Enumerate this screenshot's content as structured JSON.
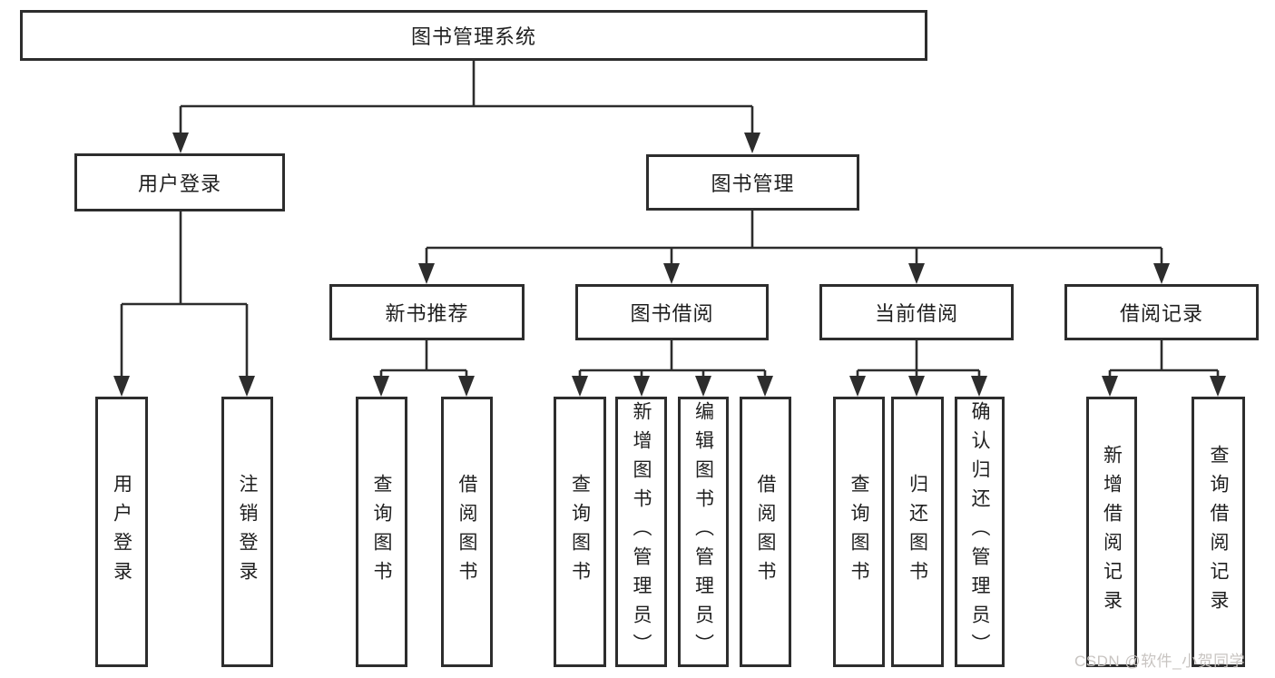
{
  "diagram_type": "hierarchy-tree",
  "colors": {
    "line": "#2d2d2d",
    "box_border": "#2d2d2d",
    "text": "#1f1f1f",
    "background": "#ffffff",
    "watermark": "#c8c4c1"
  },
  "tree": {
    "label": "图书管理系统",
    "children": [
      {
        "label": "用户登录",
        "children": [
          {
            "label": "用户登录"
          },
          {
            "label": "注销登录"
          }
        ]
      },
      {
        "label": "图书管理",
        "children": [
          {
            "label": "新书推荐",
            "children": [
              {
                "label": "查询图书"
              },
              {
                "label": "借阅图书"
              }
            ]
          },
          {
            "label": "图书借阅",
            "children": [
              {
                "label": "查询图书"
              },
              {
                "label": "新增图书（管理员）"
              },
              {
                "label": "编辑图书（管理员）"
              },
              {
                "label": "借阅图书"
              }
            ]
          },
          {
            "label": "当前借阅",
            "children": [
              {
                "label": "查询图书"
              },
              {
                "label": "归还图书"
              },
              {
                "label": "确认归还（管理员）"
              }
            ]
          },
          {
            "label": "借阅记录",
            "children": [
              {
                "label": "新增借阅记录"
              },
              {
                "label": "查询借阅记录"
              }
            ]
          }
        ]
      }
    ]
  },
  "watermark": {
    "text": "CSDN @软件_小贺同学"
  }
}
